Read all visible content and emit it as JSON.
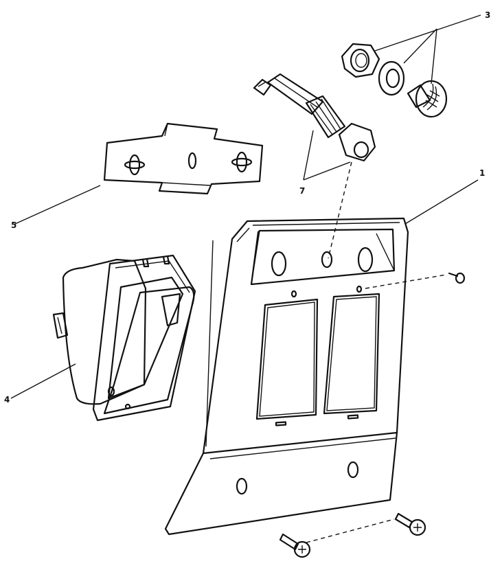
{
  "callouts": {
    "c1": "1",
    "c3": "3",
    "c4": "4",
    "c5": "5",
    "c7": "7"
  },
  "colors": {
    "ink": "#111111",
    "paper": "#ffffff"
  }
}
